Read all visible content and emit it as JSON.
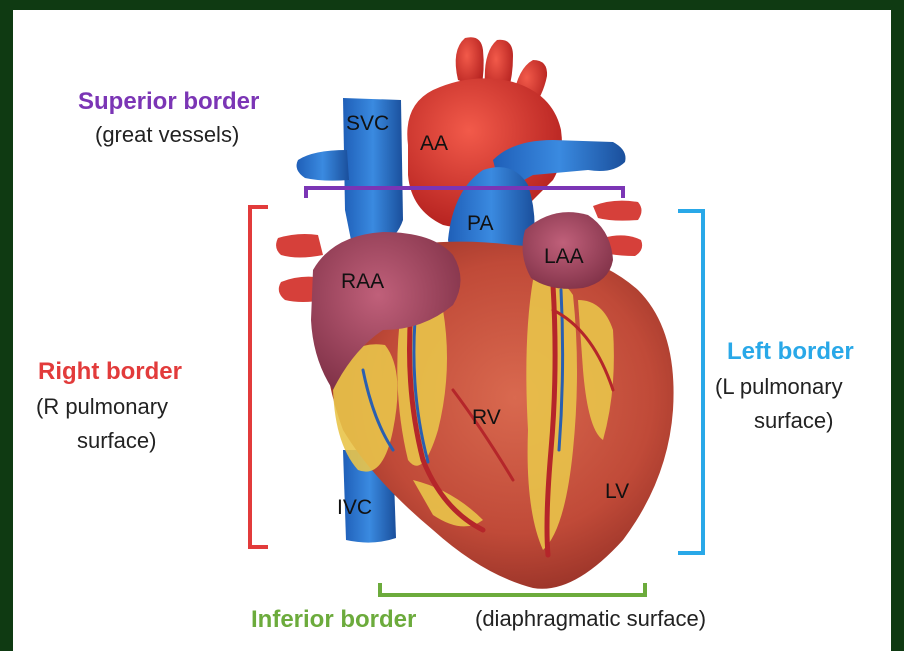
{
  "labels": {
    "superior": {
      "title": "Superior border",
      "sub": "(great vessels)"
    },
    "right": {
      "title": "Right border",
      "sub_line1": "(R pulmonary",
      "sub_line2": "surface)"
    },
    "left": {
      "title": "Left border",
      "sub_line1": "(L pulmonary",
      "sub_line2": "surface)"
    },
    "inferior": {
      "title": "Inferior border",
      "sub": "(diaphragmatic surface)"
    }
  },
  "structures": {
    "svc": "SVC",
    "aa": "AA",
    "pa": "PA",
    "raa": "RAA",
    "laa": "LAA",
    "rv": "RV",
    "lv": "LV",
    "ivc": "IVC"
  },
  "colors": {
    "superior": "#7b35b5",
    "right": "#e23b3b",
    "left": "#29a8e8",
    "inferior": "#6cab3c"
  }
}
